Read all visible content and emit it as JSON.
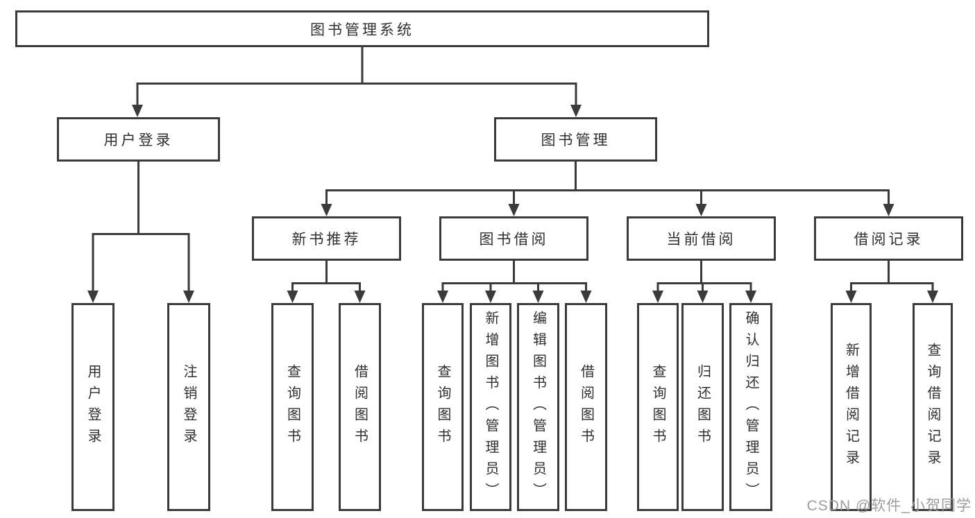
{
  "diagram": {
    "root": {
      "label": "图书管理系统"
    },
    "level2": {
      "user_login": {
        "label": "用户登录"
      },
      "book_mgmt": {
        "label": "图书管理"
      }
    },
    "level3": {
      "new_book_rec": {
        "label": "新书推荐"
      },
      "book_borrow": {
        "label": "图书借阅"
      },
      "current_borrow": {
        "label": "当前借阅"
      },
      "borrow_records": {
        "label": "借阅记录"
      }
    },
    "leaves": {
      "user_login": {
        "label": "用户登录"
      },
      "logout": {
        "label": "注销登录"
      },
      "nb_query": {
        "label": "查询图书"
      },
      "nb_borrow": {
        "label": "借阅图书"
      },
      "bb_query": {
        "label": "查询图书"
      },
      "bb_add": {
        "label": "新增图书（管理员）"
      },
      "bb_edit": {
        "label": "编辑图书（管理员）"
      },
      "bb_borrow": {
        "label": "借阅图书"
      },
      "cb_query": {
        "label": "查询图书"
      },
      "cb_return": {
        "label": "归还图书"
      },
      "cb_confirm": {
        "label": "确认归还（管理员）"
      },
      "br_add": {
        "label": "新增借阅记录"
      },
      "br_query": {
        "label": "查询借阅记录"
      }
    }
  },
  "watermark": {
    "text": "CSDN @软件_小贺同学"
  },
  "colors": {
    "line": "#3a3a3a",
    "text": "#2f2f2f",
    "watermark": "#9c9c9c",
    "background": "#ffffff"
  }
}
